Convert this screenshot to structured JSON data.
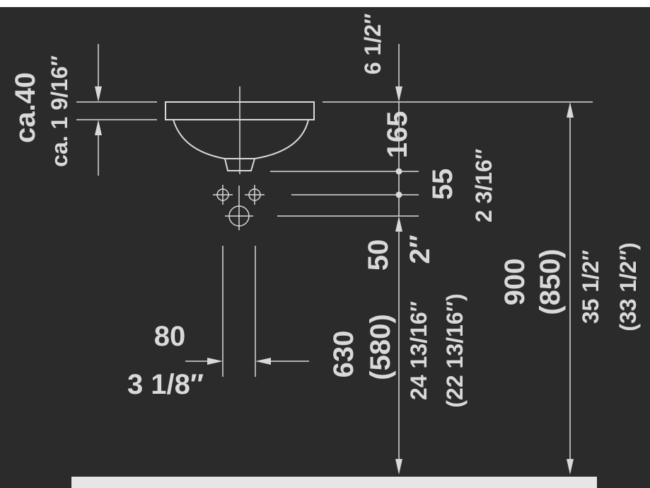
{
  "colors": {
    "background": "#2b2b2b",
    "line": "#d9d9d9",
    "floor": "#e6e6e6",
    "margin": "#ffffff"
  },
  "dimensions": {
    "rim_thickness_mm": "ca.40",
    "rim_thickness_in": "ca. 1 9/16″",
    "rim_height_in": "6 1/2″",
    "rim_to_hole_mm": "165",
    "hole_spacing_mm": "55",
    "hole_spacing_in": "2 3/16″",
    "hole_to_drain_mm": "50",
    "hole_to_drain_in": "2″",
    "pipe_width_mm": "80",
    "pipe_width_in": "3 1/8″",
    "drain_height_mm": "630",
    "drain_height_alt_mm": "(580)",
    "drain_height_in": "24 13/16″",
    "drain_height_alt_in": "(22 13/16″)",
    "total_height_mm": "900",
    "total_height_alt_mm": "(850)",
    "total_height_in": "35 1/2″",
    "total_height_alt_in": "(33 1/2″)"
  }
}
